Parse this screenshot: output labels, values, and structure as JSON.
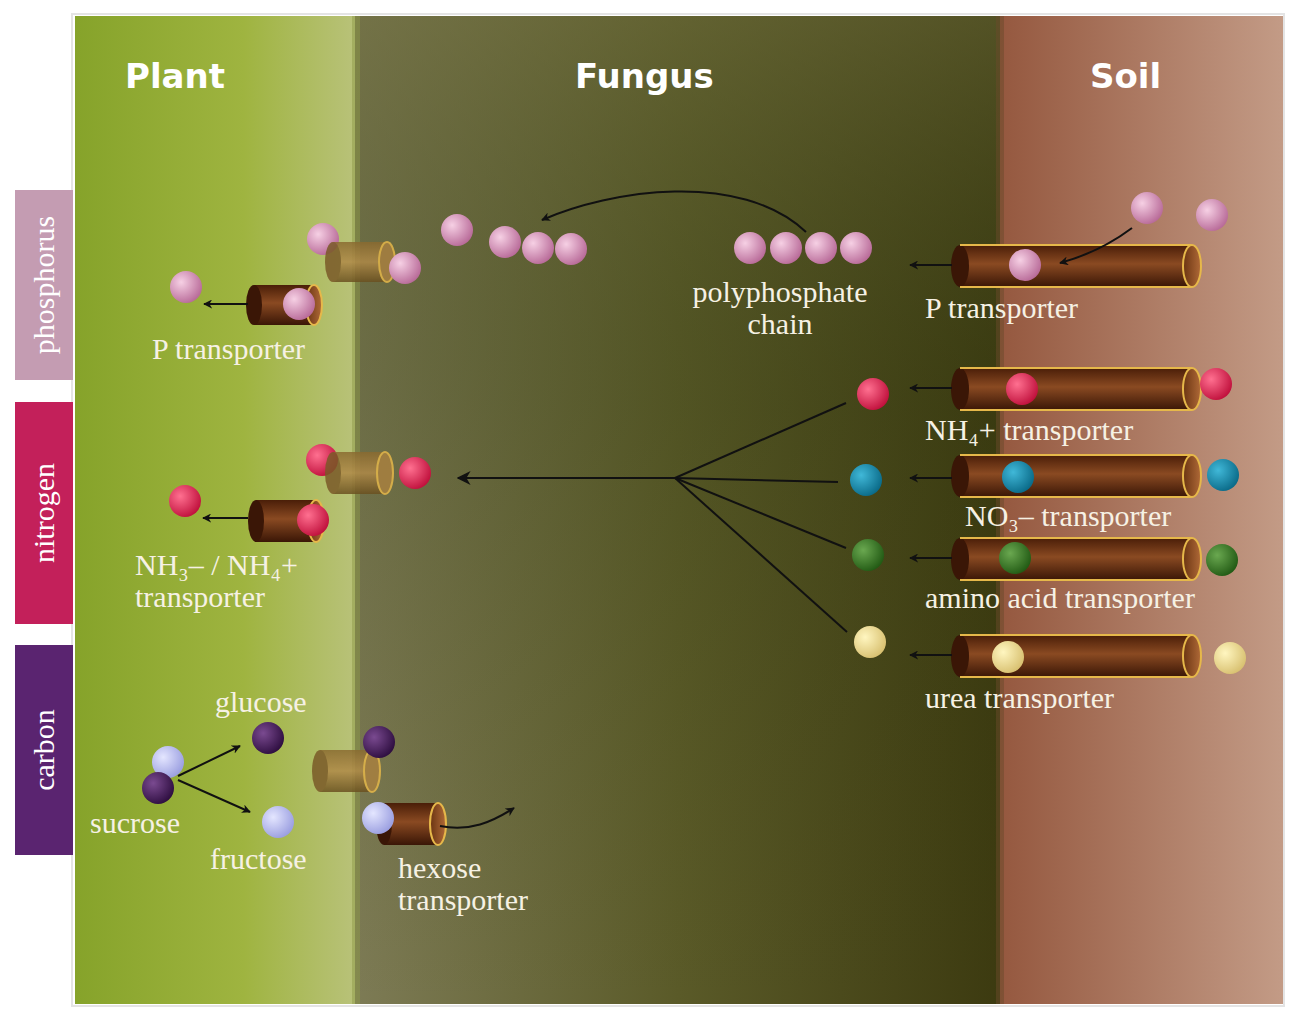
{
  "diagram": {
    "nodes": [
      {
        "text": [
          "Plant"
        ]
      },
      {
        "text": [
          "Fungus"
        ]
      },
      {
        "text": [
          "Soil"
        ]
      },
      {
        "text": [
          "phosphorus"
        ]
      },
      {
        "text": [
          "nitrogen"
        ]
      },
      {
        "text": [
          "carbon"
        ]
      }
    ],
    "labels": [
      "P transporter",
      "polyphosphate chain",
      "P transporter",
      "NH₄+ transporter",
      "NO₃– transporter",
      "amino acid transporter",
      "urea transporter",
      "NH₃– / NH₄+ transporter",
      "glucose",
      "sucrose",
      "fructose",
      "hexose transporter"
    ]
  }
}
